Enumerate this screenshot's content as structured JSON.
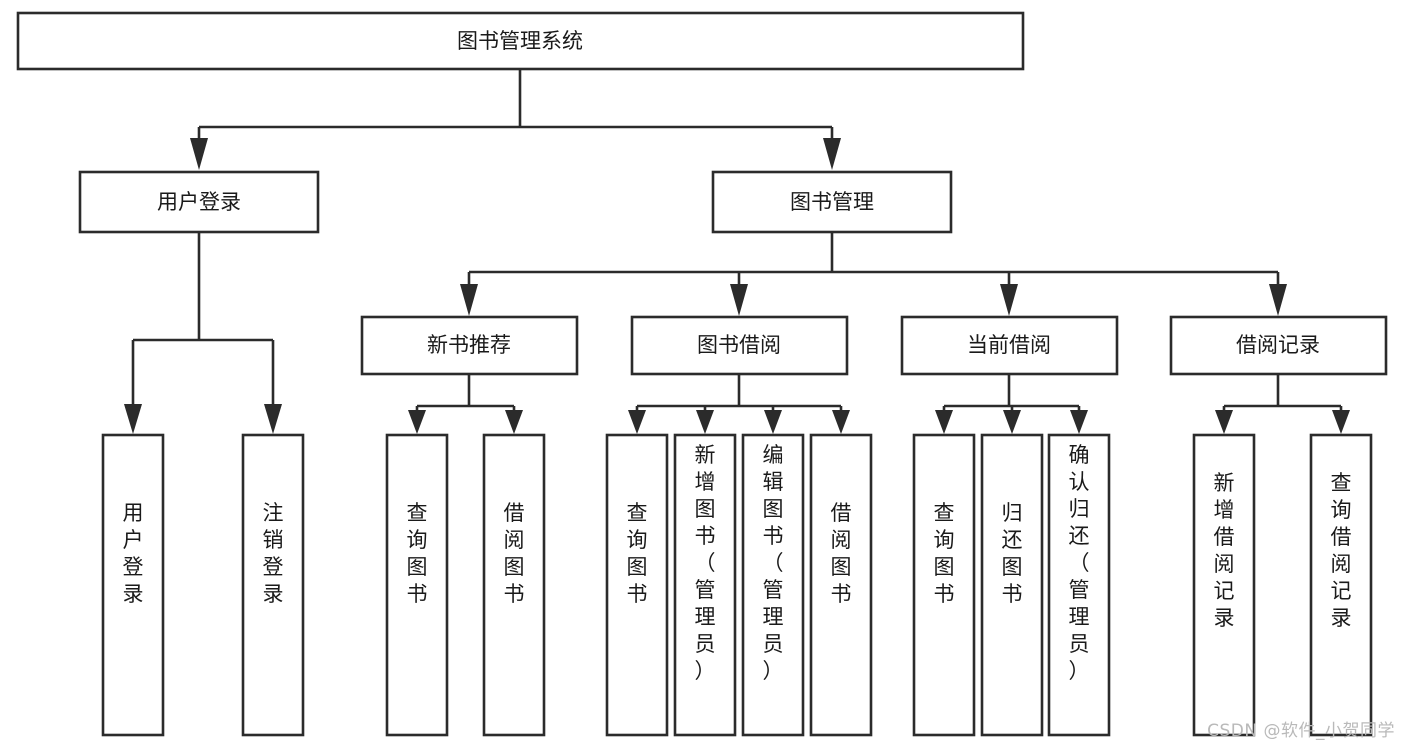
{
  "diagram": {
    "title": "图书管理系统",
    "type": "tree",
    "orientation": "top-down",
    "watermark": "CSDN @软件_小贺同学",
    "colors": {
      "background": "#ffffff",
      "box_stroke": "#2b2b2b",
      "box_fill": "#ffffff",
      "text": "#1a1a1a",
      "watermark": "#b9b9b9"
    },
    "levels": {
      "root": {
        "label": "图书管理系统"
      },
      "level2": [
        {
          "label": "用户登录"
        },
        {
          "label": "图书管理"
        }
      ],
      "level3": [
        {
          "label": "新书推荐"
        },
        {
          "label": "图书借阅"
        },
        {
          "label": "当前借阅"
        },
        {
          "label": "借阅记录"
        }
      ],
      "leaves": {
        "user_login": [
          {
            "label": "用户登录"
          },
          {
            "label": "注销登录"
          }
        ],
        "new_book_recommend": [
          {
            "label": "查询图书"
          },
          {
            "label": "借阅图书"
          }
        ],
        "book_borrow": [
          {
            "label": "查询图书"
          },
          {
            "label": "新增图书（管理员）"
          },
          {
            "label": "编辑图书（管理员）"
          },
          {
            "label": "借阅图书"
          }
        ],
        "current_borrow": [
          {
            "label": "查询图书"
          },
          {
            "label": "归还图书"
          },
          {
            "label": "确认归还（管理员）"
          }
        ],
        "borrow_record": [
          {
            "label": "新增借阅记录"
          },
          {
            "label": "查询借阅记录"
          }
        ]
      }
    }
  }
}
